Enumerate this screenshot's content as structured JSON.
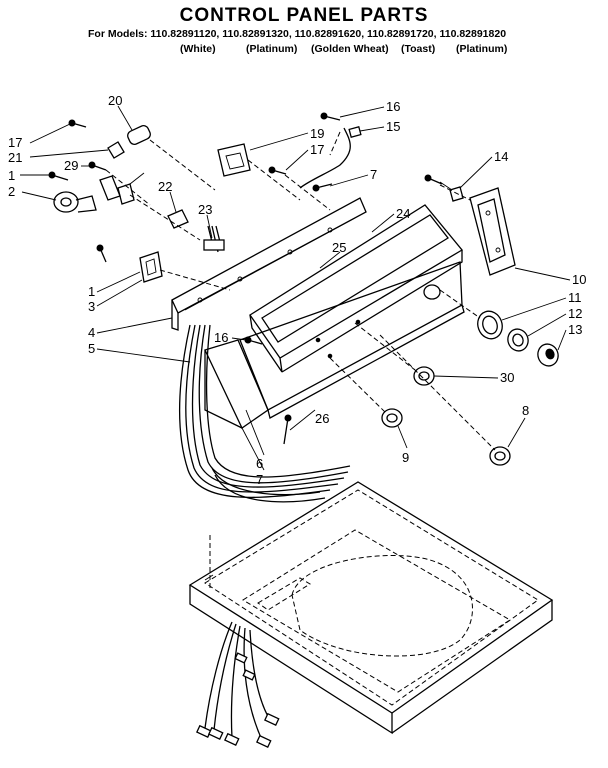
{
  "title": "CONTROL PANEL PARTS",
  "models_line": "For Models: 110.82891120, 110.82891320, 110.82891620, 110.82891720, 110.82891820",
  "colors": [
    "(White)",
    "(Platinum)",
    "(Golden Wheat)",
    "(Toast)",
    "(Platinum)"
  ],
  "callouts": [
    "20",
    "17",
    "21",
    "29",
    "1",
    "2",
    "16",
    "15",
    "19",
    "17",
    "7",
    "14",
    "22",
    "23",
    "24",
    "25",
    "10",
    "1",
    "3",
    "11",
    "4",
    "12",
    "5",
    "16",
    "13",
    "30",
    "8",
    "9",
    "26",
    "6",
    "7"
  ]
}
